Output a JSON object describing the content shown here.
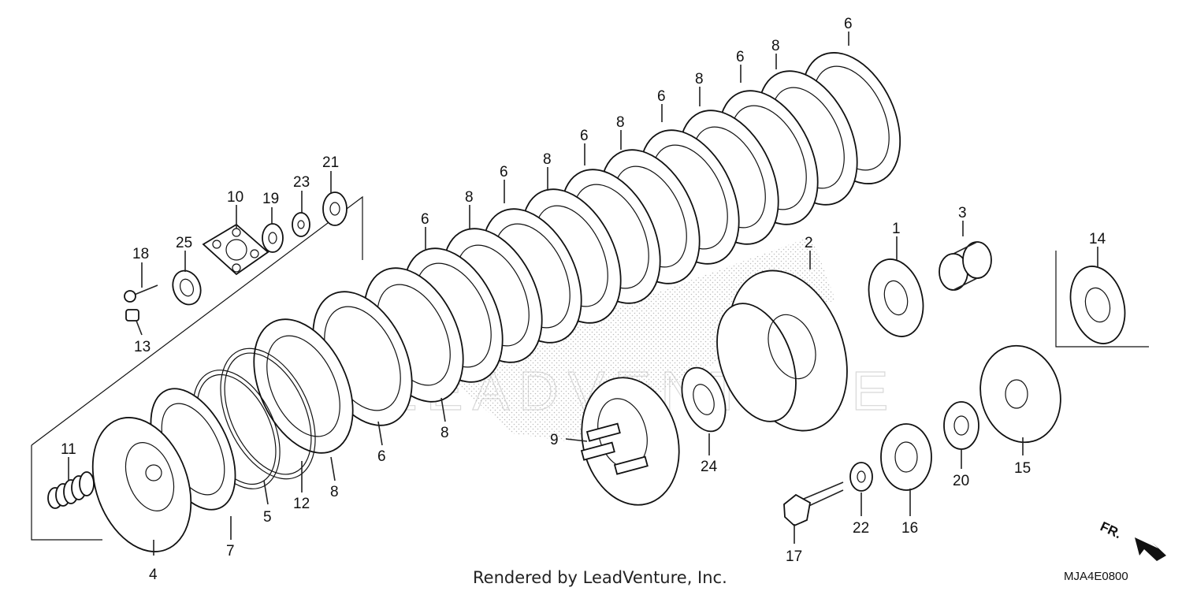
{
  "watermark": "LEADVENTURE",
  "footer": {
    "rendered_by": "Rendered by LeadVenture, Inc.",
    "diagram_code": "MJA4E0800",
    "front_marker": "FR."
  },
  "callouts": [
    {
      "id": "c1",
      "label": "1"
    },
    {
      "id": "c2",
      "label": "2"
    },
    {
      "id": "c3",
      "label": "3"
    },
    {
      "id": "c4",
      "label": "4"
    },
    {
      "id": "c5",
      "label": "5"
    },
    {
      "id": "c6a",
      "label": "6"
    },
    {
      "id": "c6b",
      "label": "6"
    },
    {
      "id": "c6c",
      "label": "6"
    },
    {
      "id": "c6d",
      "label": "6"
    },
    {
      "id": "c6e",
      "label": "6"
    },
    {
      "id": "c6f",
      "label": "6"
    },
    {
      "id": "c6g",
      "label": "6"
    },
    {
      "id": "c6h",
      "label": "6"
    },
    {
      "id": "c7",
      "label": "7"
    },
    {
      "id": "c8a",
      "label": "8"
    },
    {
      "id": "c8b",
      "label": "8"
    },
    {
      "id": "c8c",
      "label": "8"
    },
    {
      "id": "c8d",
      "label": "8"
    },
    {
      "id": "c8e",
      "label": "8"
    },
    {
      "id": "c8f",
      "label": "8"
    },
    {
      "id": "c8g",
      "label": "8"
    },
    {
      "id": "c9",
      "label": "9"
    },
    {
      "id": "c10",
      "label": "10"
    },
    {
      "id": "c11",
      "label": "11"
    },
    {
      "id": "c12",
      "label": "12"
    },
    {
      "id": "c13",
      "label": "13"
    },
    {
      "id": "c14",
      "label": "14"
    },
    {
      "id": "c15",
      "label": "15"
    },
    {
      "id": "c16",
      "label": "16"
    },
    {
      "id": "c17",
      "label": "17"
    },
    {
      "id": "c18",
      "label": "18"
    },
    {
      "id": "c19",
      "label": "19"
    },
    {
      "id": "c20",
      "label": "20"
    },
    {
      "id": "c21",
      "label": "21"
    },
    {
      "id": "c22",
      "label": "22"
    },
    {
      "id": "c23",
      "label": "23"
    },
    {
      "id": "c24",
      "label": "24"
    },
    {
      "id": "c25",
      "label": "25"
    }
  ]
}
